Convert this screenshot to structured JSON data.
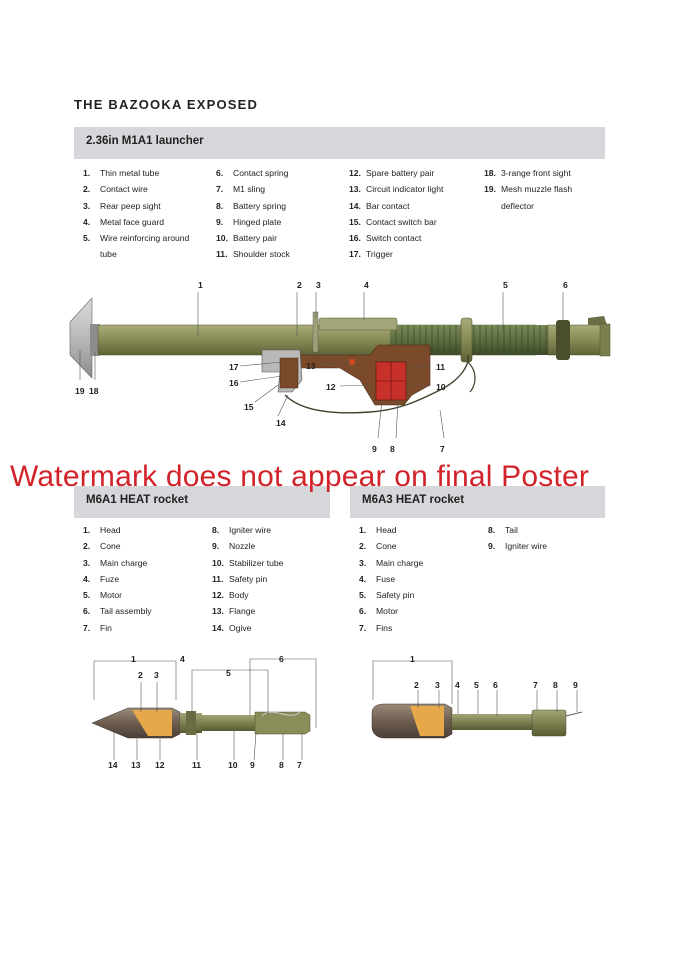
{
  "title": "THE BAZOOKA EXPOSED",
  "launcher": {
    "heading": "2.36in M1A1 launcher",
    "columns": [
      [
        {
          "n": "1.",
          "t": "Thin metal tube"
        },
        {
          "n": "2.",
          "t": "Contact wire"
        },
        {
          "n": "3.",
          "t": "Rear peep sight"
        },
        {
          "n": "4.",
          "t": "Metal face guard"
        },
        {
          "n": "5.",
          "t": "Wire reinforcing around tube"
        }
      ],
      [
        {
          "n": "6.",
          "t": "Contact spring"
        },
        {
          "n": "7.",
          "t": "M1 sling"
        },
        {
          "n": "8.",
          "t": "Battery spring"
        },
        {
          "n": "9.",
          "t": "Hinged plate"
        },
        {
          "n": "10.",
          "t": "Battery pair"
        },
        {
          "n": "11.",
          "t": "Shoulder stock"
        }
      ],
      [
        {
          "n": "12.",
          "t": "Spare battery pair"
        },
        {
          "n": "13.",
          "t": "Circuit indicator light"
        },
        {
          "n": "14.",
          "t": "Bar contact"
        },
        {
          "n": "15.",
          "t": "Contact switch bar"
        },
        {
          "n": "16.",
          "t": "Switch contact"
        },
        {
          "n": "17.",
          "t": "Trigger"
        }
      ],
      [
        {
          "n": "18.",
          "t": "3-range front sight"
        },
        {
          "n": "19.",
          "t": "Mesh muzzle flash deflector"
        }
      ]
    ],
    "callouts": [
      "1",
      "2",
      "3",
      "4",
      "5",
      "6",
      "17",
      "16",
      "15",
      "14",
      "13",
      "12",
      "11",
      "10",
      "9",
      "8",
      "7",
      "19",
      "18"
    ]
  },
  "m6a1": {
    "heading": "M6A1 HEAT rocket",
    "columns": [
      [
        {
          "n": "1.",
          "t": "Head"
        },
        {
          "n": "2.",
          "t": "Cone"
        },
        {
          "n": "3.",
          "t": "Main charge"
        },
        {
          "n": "4.",
          "t": "Fuze"
        },
        {
          "n": "5.",
          "t": "Motor"
        },
        {
          "n": "6.",
          "t": "Tail assembly"
        },
        {
          "n": "7.",
          "t": "Fin"
        }
      ],
      [
        {
          "n": "8.",
          "t": "Igniter wire"
        },
        {
          "n": "9.",
          "t": "Nozzle"
        },
        {
          "n": "10.",
          "t": "Stabilizer tube"
        },
        {
          "n": "11.",
          "t": "Safety pin"
        },
        {
          "n": "12.",
          "t": "Body"
        },
        {
          "n": "13.",
          "t": "Flange"
        },
        {
          "n": "14.",
          "t": "Ogive"
        }
      ]
    ],
    "callouts": [
      "1",
      "4",
      "2",
      "3",
      "5",
      "6",
      "14",
      "13",
      "12",
      "11",
      "10",
      "9",
      "8",
      "7"
    ]
  },
  "m6a3": {
    "heading": "M6A3 HEAT rocket",
    "columns": [
      [
        {
          "n": "1.",
          "t": "Head"
        },
        {
          "n": "2.",
          "t": "Cone"
        },
        {
          "n": "3.",
          "t": "Main charge"
        },
        {
          "n": "4.",
          "t": "Fuse"
        },
        {
          "n": "5.",
          "t": "Safety pin"
        },
        {
          "n": "6.",
          "t": "Motor"
        },
        {
          "n": "7.",
          "t": "Fins"
        }
      ],
      [
        {
          "n": "8.",
          "t": "Tail"
        },
        {
          "n": "9.",
          "t": "Igniter wire"
        }
      ]
    ],
    "callouts": [
      "1",
      "2",
      "3",
      "4",
      "5",
      "6",
      "7",
      "8",
      "9"
    ]
  },
  "watermark": "Watermark does not appear on final Poster",
  "colors": {
    "tube": "#8a8d5a",
    "stock": "#7a4a2a",
    "battery": "#c8302a",
    "accent": "#d2232a"
  }
}
